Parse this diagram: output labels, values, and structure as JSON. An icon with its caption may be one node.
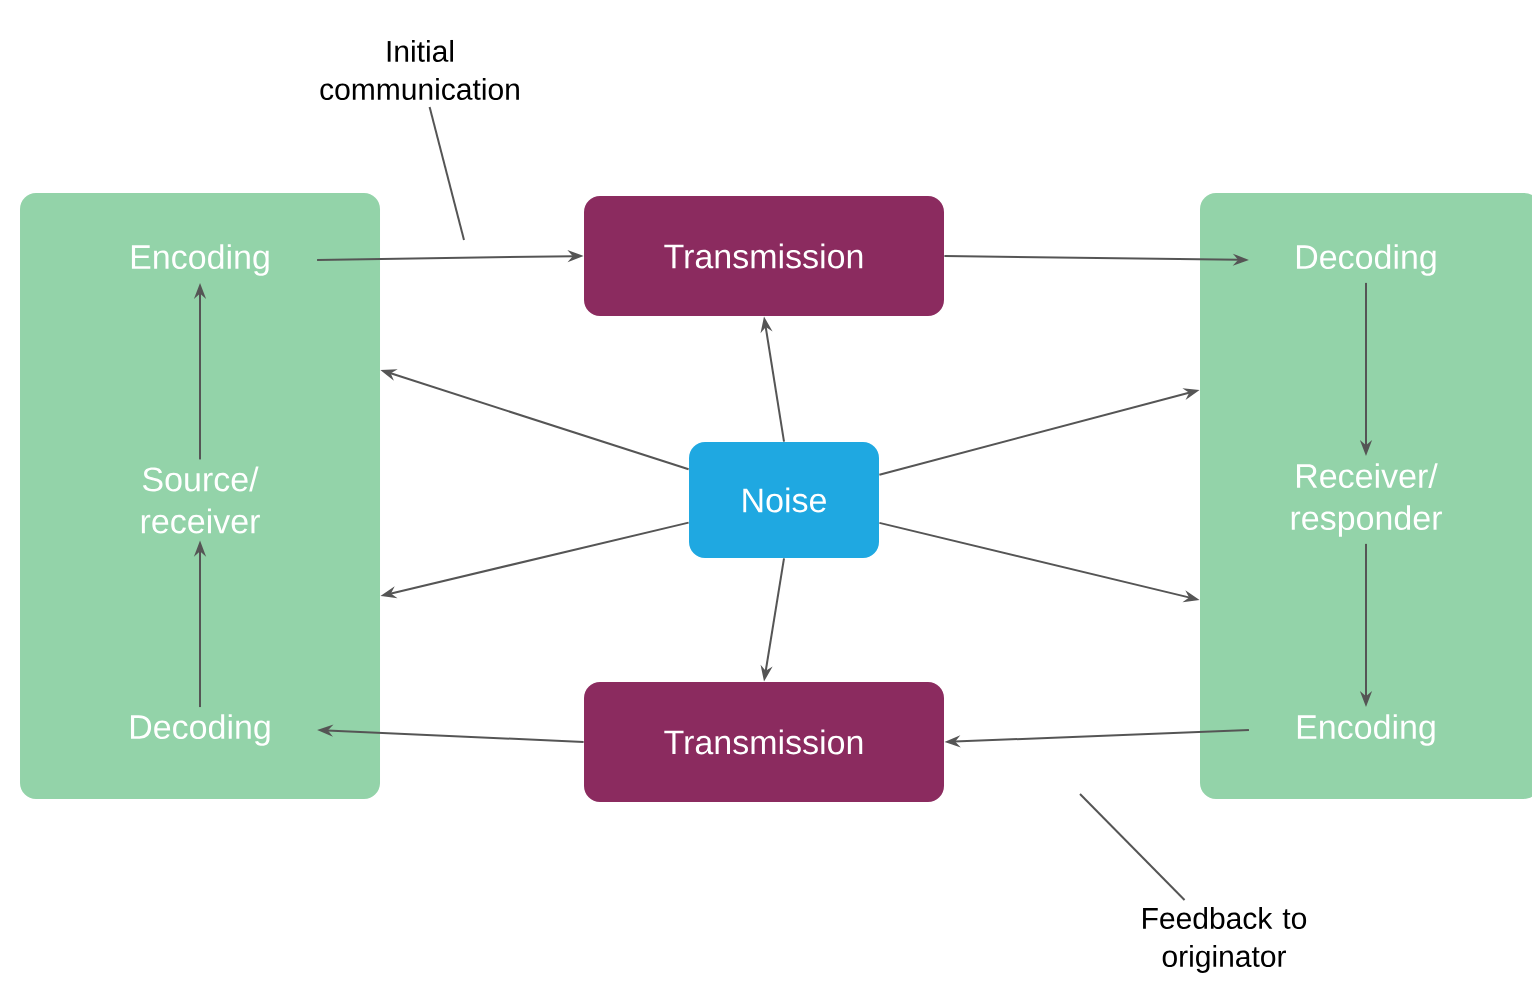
{
  "diagram": {
    "nodes": [
      {
        "text": [],
        "shape": "box"
      },
      {
        "text": [
          "Encoding"
        ],
        "in": 0
      },
      {
        "text": [
          "Source/ receiver"
        ],
        "in": 0
      },
      {
        "text": [
          "Decoding"
        ],
        "in": 0
      },
      {
        "text": [],
        "shape": "box"
      },
      {
        "text": [
          "Decoding"
        ],
        "in": 4
      },
      {
        "text": [
          "Receiver/ responder"
        ],
        "in": 4
      },
      {
        "text": [
          "Encoding"
        ],
        "in": 4
      },
      {
        "text": [
          "Transmission"
        ]
      },
      {
        "text": [
          "Transmission"
        ]
      },
      {
        "text": [
          "Noise"
        ]
      },
      {
        "text": [
          "Initial communication"
        ]
      },
      {
        "text": [
          "Feedback to originator"
        ]
      }
    ],
    "edges": [
      {
        "from": 1,
        "to": 8,
        "arrow": "to"
      },
      {
        "from": 8,
        "to": 5,
        "arrow": "to"
      },
      {
        "from": 5,
        "to": 6,
        "arrow": "to"
      },
      {
        "from": 6,
        "to": 7,
        "arrow": "to"
      },
      {
        "from": 7,
        "to": 9,
        "arrow": "to"
      },
      {
        "from": 9,
        "to": 3,
        "arrow": "to"
      },
      {
        "from": 3,
        "to": 2,
        "arrow": "to"
      },
      {
        "from": 2,
        "to": 1,
        "arrow": "to"
      },
      {
        "from": 10,
        "to": 8,
        "arrow": "to"
      },
      {
        "from": 10,
        "to": 9,
        "arrow": "to"
      },
      {
        "from": 10,
        "to": 0,
        "arrow": "to"
      },
      {
        "from": 10,
        "to": 0,
        "arrow": "to"
      },
      {
        "from": 10,
        "to": 4,
        "arrow": "to"
      },
      {
        "from": 10,
        "to": 4,
        "arrow": "to"
      },
      {
        "from": 11,
        "to": null,
        "arrow": "none"
      },
      {
        "from": 12,
        "to": null,
        "arrow": "none"
      }
    ]
  }
}
